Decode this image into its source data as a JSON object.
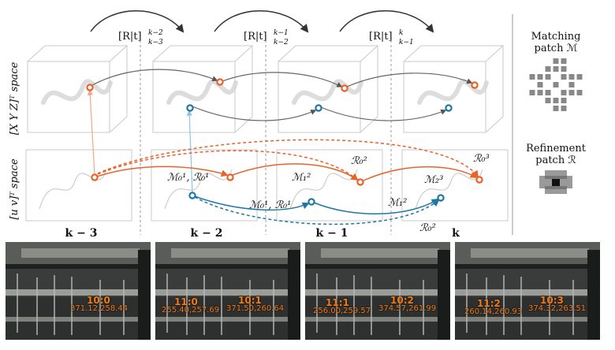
{
  "diagram": {
    "motion_labels": [
      {
        "base": "[R|t]",
        "sup": "k−2",
        "sub": "k−3"
      },
      {
        "base": "[R|t]",
        "sup": "k−1",
        "sub": "k−2"
      },
      {
        "base": "[R|t]",
        "sup": "k",
        "sub": "k−1"
      }
    ],
    "row_labels": {
      "top": "[X Y Z]ᵀ space",
      "bottom": "[u v]ᵀ space"
    },
    "frame_labels": [
      "k − 3",
      "k − 2",
      "k − 1",
      "k"
    ],
    "edge_labels": {
      "m0_r0_orange": "ℳ₀¹, ℛ₀¹",
      "r0_2": "ℛ₀²",
      "r0_3": "ℛ₀³",
      "m1_2_orange": "ℳ₁²",
      "m2_3_orange": "ℳ₂³",
      "m0_r0_blue": "ℳ₀¹, ℛ₀¹",
      "m1_2_blue": "ℳ₁²",
      "r0_2_blue": "ℛ₀²"
    },
    "legend": {
      "matching_title_line1": "Matching",
      "matching_title_line2": "patch ℳ",
      "refinement_title_line1": "Refinement",
      "refinement_title_line2": "patch ℛ"
    },
    "colors": {
      "orange": "#e8622a",
      "blue": "#1f78a4",
      "gray_arrow": "#666666",
      "light_orange": "#f2a58a",
      "light_blue": "#8cc4e4"
    }
  },
  "photos": [
    {
      "labels": [
        {
          "id": "10:0",
          "xy": "371.12,258.44"
        }
      ]
    },
    {
      "labels": [
        {
          "id": "11:0",
          "xy": "255.40,257.69"
        },
        {
          "id": "10:1",
          "xy": "371.50,260.64"
        }
      ]
    },
    {
      "labels": [
        {
          "id": "11:1",
          "xy": "256.00,259.57"
        },
        {
          "id": "10:2",
          "xy": "374.57,261.99"
        }
      ]
    },
    {
      "labels": [
        {
          "id": "11:2",
          "xy": "260.14,260.93"
        },
        {
          "id": "10:3",
          "xy": "374.32,263.51"
        }
      ]
    }
  ]
}
